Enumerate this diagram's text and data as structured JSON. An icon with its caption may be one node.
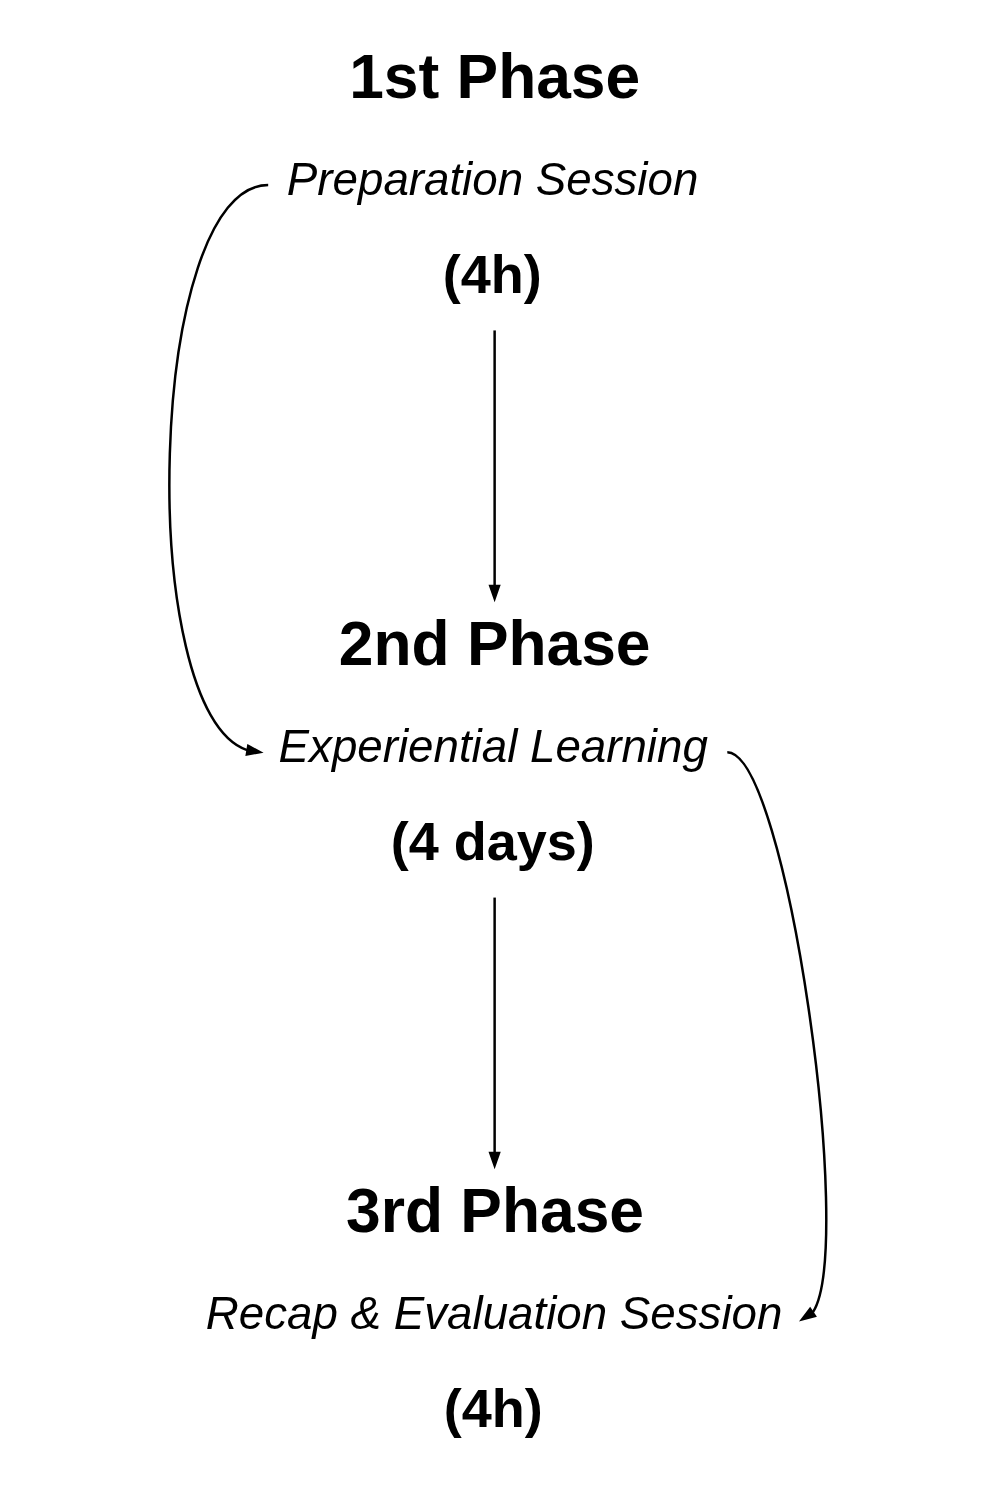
{
  "diagram": {
    "nodes": [
      {
        "text": [
          "1st Phase",
          "Preparation Session",
          "(4h)"
        ]
      },
      {
        "text": [
          "2nd Phase",
          "Experiential Learning",
          "(4 days)"
        ]
      },
      {
        "text": [
          "3rd Phase",
          "Recap & Evaluation Session",
          "(4h)"
        ]
      }
    ],
    "edges": [
      {
        "from": 0,
        "to": 1,
        "arrow": "to"
      },
      {
        "from": 0,
        "to": 1,
        "arrow": "to"
      },
      {
        "from": 1,
        "to": 2,
        "arrow": "to"
      },
      {
        "from": 1,
        "to": 2,
        "arrow": "to"
      }
    ]
  }
}
